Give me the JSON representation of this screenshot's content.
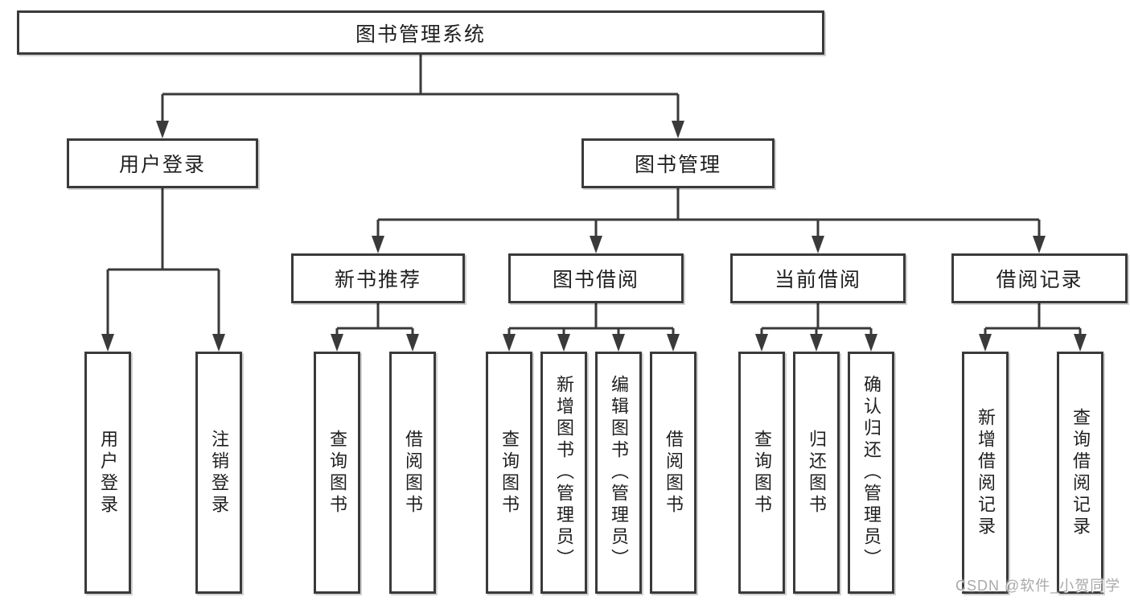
{
  "diagram": {
    "root": {
      "label": "图书管理系统"
    },
    "branches": {
      "user_login": {
        "label": "用户登录"
      },
      "book_management": {
        "label": "图书管理"
      }
    },
    "modules": {
      "new_book_recommend": {
        "label": "新书推荐"
      },
      "book_borrow": {
        "label": "图书借阅"
      },
      "current_borrow": {
        "label": "当前借阅"
      },
      "borrow_records": {
        "label": "借阅记录"
      }
    },
    "leaves": {
      "user_login": [
        {
          "label": "用户登录"
        },
        {
          "label": "注销登录"
        }
      ],
      "new_book_recommend": [
        {
          "label": "查询图书"
        },
        {
          "label": "借阅图书"
        }
      ],
      "book_borrow": [
        {
          "label": "查询图书"
        },
        {
          "label": "新增图书（管理员）"
        },
        {
          "label": "编辑图书（管理员）"
        },
        {
          "label": "借阅图书"
        }
      ],
      "current_borrow": [
        {
          "label": "查询图书"
        },
        {
          "label": "归还图书"
        },
        {
          "label": "确认归还（管理员）"
        }
      ],
      "borrow_records": [
        {
          "label": "新增借阅记录"
        },
        {
          "label": "查询借阅记录"
        }
      ]
    }
  },
  "watermark": {
    "text": "CSDN @软件_小贺同学"
  },
  "colors": {
    "line": "#3a3a3a",
    "text": "#1f1f1f",
    "box_bg": "#ffffff",
    "watermark": "#a9a9a9"
  }
}
